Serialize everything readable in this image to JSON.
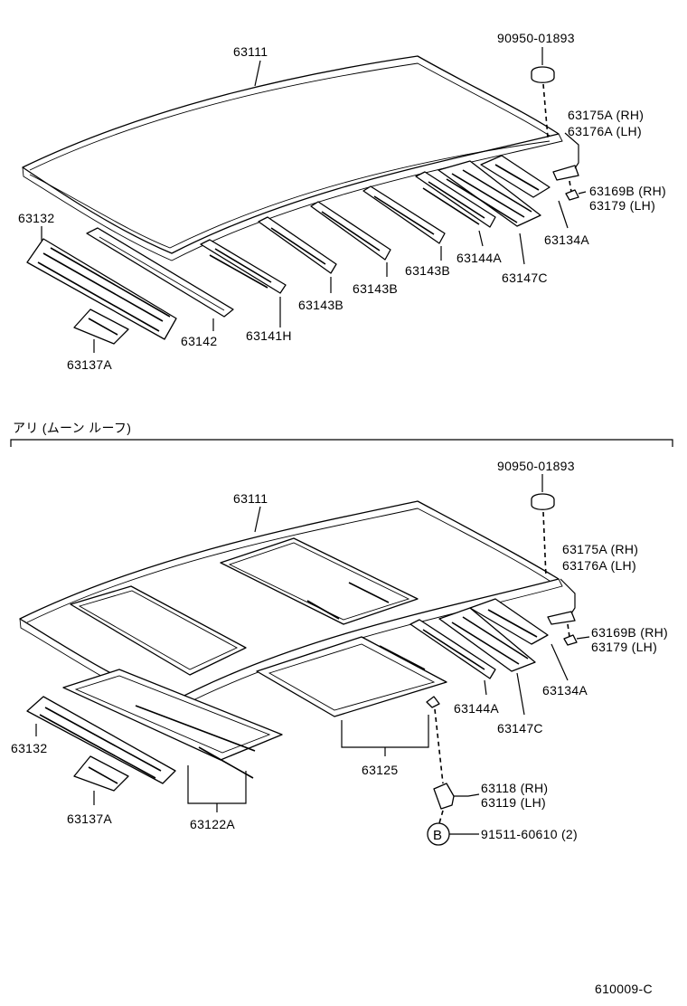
{
  "top_section": {
    "labels": {
      "roof_panel": "63111",
      "hole_plug": "90950-01893",
      "bracket_rh": "63175A (RH)",
      "bracket_lh": "63176A (LH)",
      "clip_rh": "63169B (RH)",
      "clip_lh": "63179   (LH)",
      "rear_reinf_a": "63134A",
      "rear_rail": "63147C",
      "bow_144a": "63144A",
      "bow_143b_1": "63143B",
      "bow_143b_2": "63143B",
      "bow_143b_3": "63143B",
      "bow_141h": "63141H",
      "front_bow": "63142",
      "front_header": "63132",
      "front_bracket": "63137A"
    }
  },
  "bottom_section": {
    "header": "アリ (ムーン  ルーフ)",
    "labels": {
      "roof_panel": "63111",
      "hole_plug": "90950-01893",
      "bracket_rh": "63175A (RH)",
      "bracket_lh": "63176A (LH)",
      "clip_rh": "63169B (RH)",
      "clip_lh": "63179   (LH)",
      "rear_reinf_a": "63134A",
      "bow_144a": "63144A",
      "rear_rail": "63147C",
      "front_header": "63132",
      "front_bracket": "63137A",
      "front_frame": "63122A",
      "rear_frame": "63125",
      "bracket_118": "63118 (RH)",
      "bracket_119": "63119 (LH)",
      "callout_letter": "B",
      "bolt": "91511-60610 (2)"
    }
  },
  "diagram_code": "610009-C"
}
